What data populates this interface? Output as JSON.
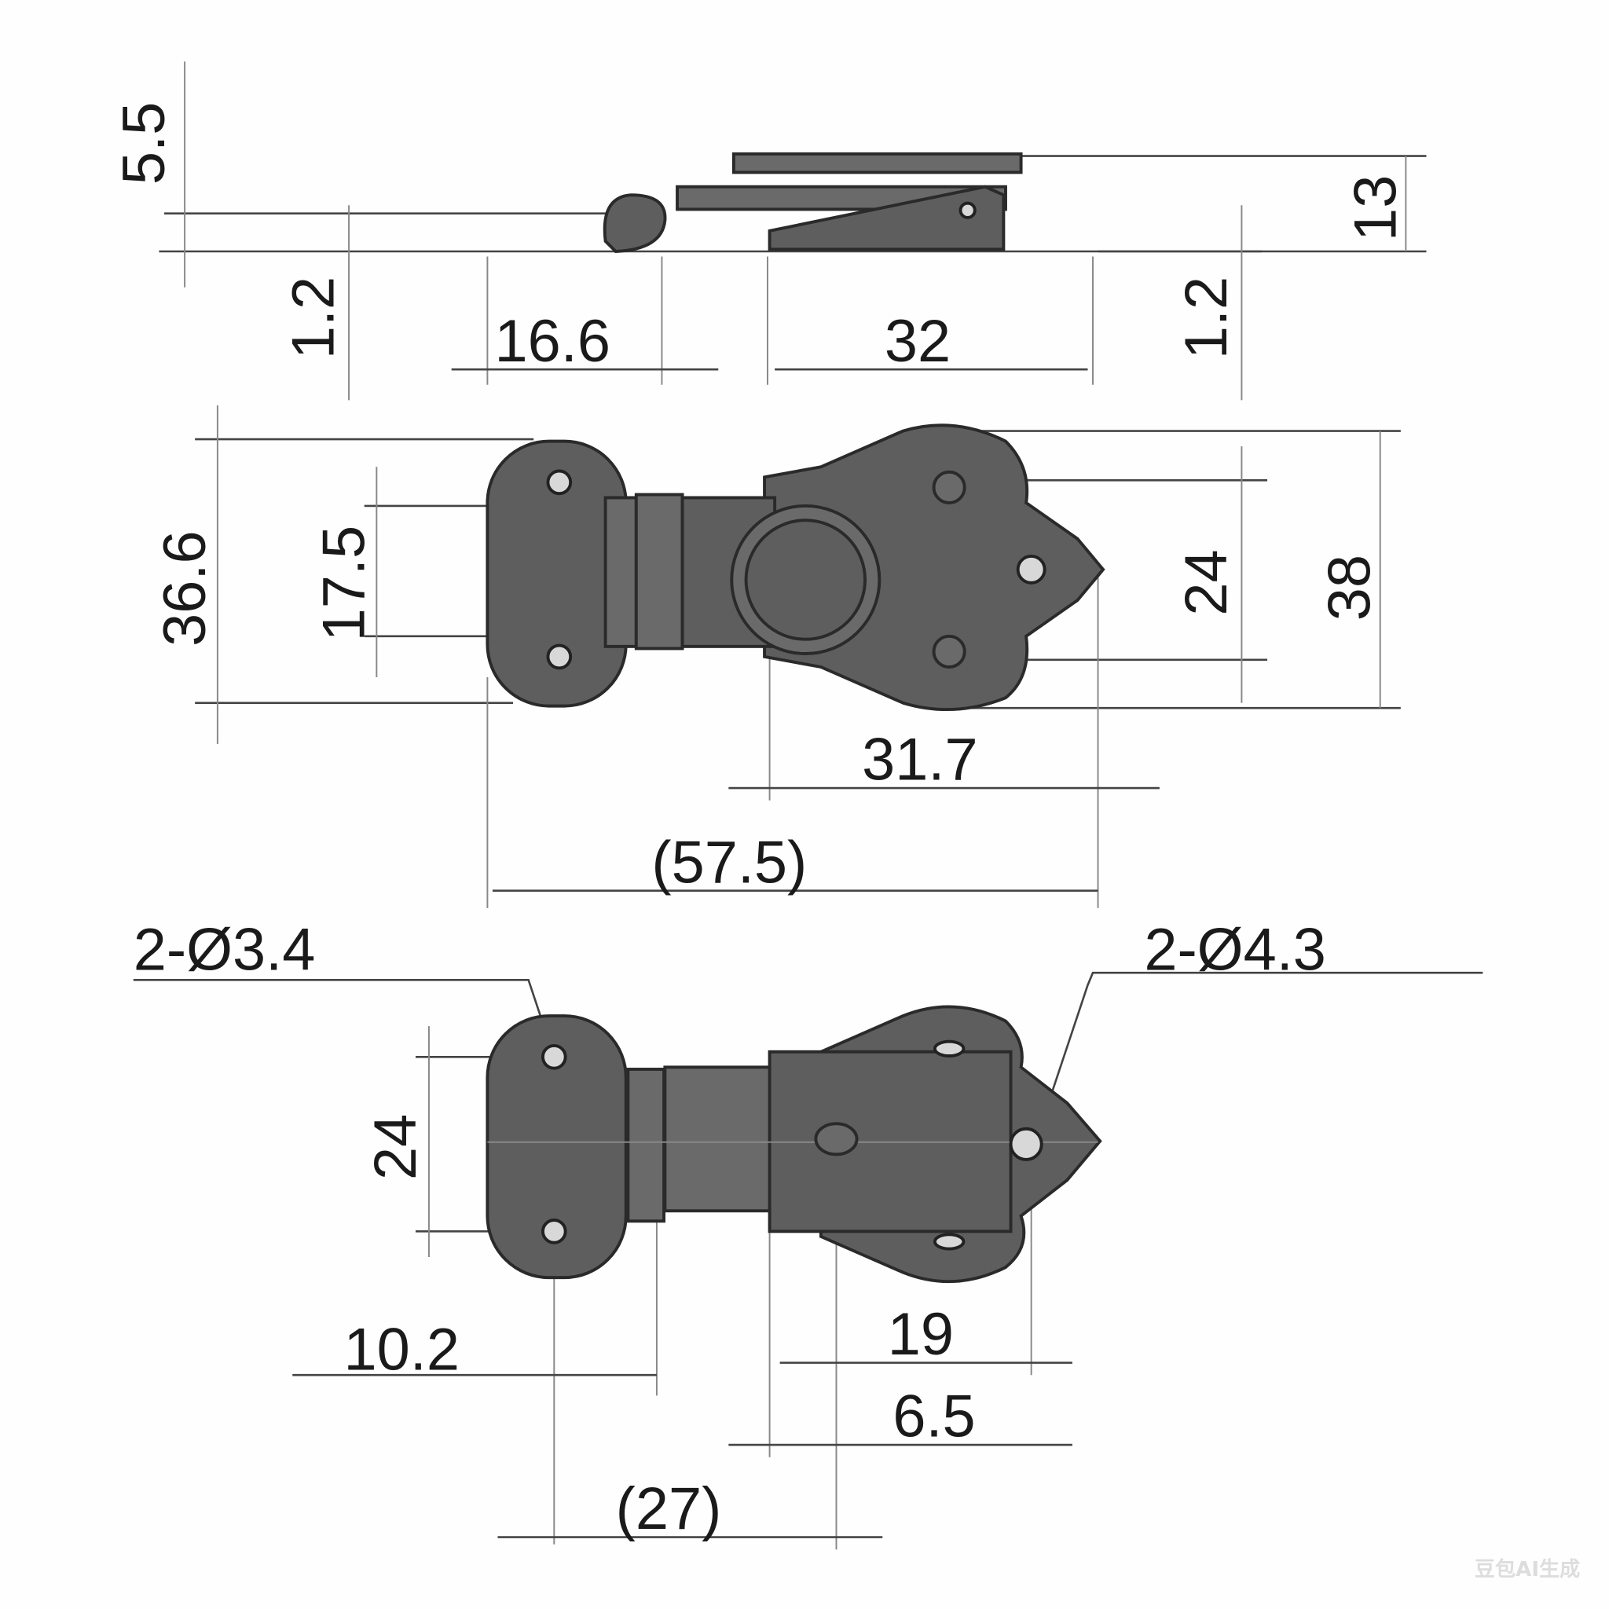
{
  "side_view": {
    "dims": {
      "d5_5": "5.5",
      "d13": "13",
      "d1_2_left": "1.2",
      "d1_2_right": "1.2",
      "d16_6": "16.6",
      "d32": "32"
    }
  },
  "top_view": {
    "dims": {
      "d36_6": "36.6",
      "d17_5": "17.5",
      "d24": "24",
      "d38": "38",
      "d31_7": "31.7",
      "d57_5": "(57.5)"
    }
  },
  "bottom_view": {
    "callouts": {
      "left_holes": "2-Ø3.4",
      "right_holes": "2-Ø4.3"
    },
    "dims": {
      "d24": "24",
      "d10_2": "10.2",
      "d19": "19",
      "d6_5": "6.5",
      "d27": "(27)"
    }
  },
  "watermark": "豆包AI生成"
}
